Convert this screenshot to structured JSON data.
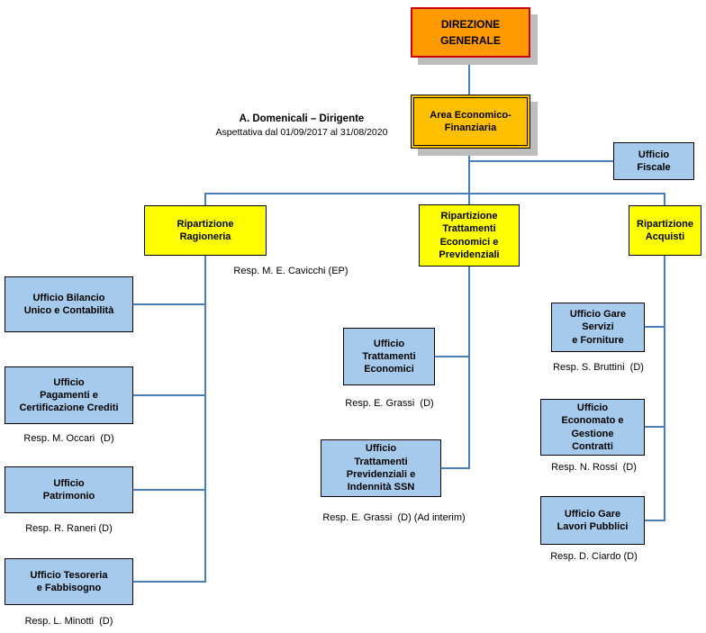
{
  "colors": {
    "direzione_fill": "#FF9900",
    "direzione_border": "#CC0000",
    "area_fill": "#FFC000",
    "ripartizione_fill": "#FFFF00",
    "ufficio_fill": "#A6CAEC",
    "box_border": "#000000",
    "connector": "#4A7EBB",
    "shadow": "#BDBDBD",
    "text": "#000000"
  },
  "direzione": {
    "label": "DIREZIONE\nGENERALE"
  },
  "area": {
    "label": "Area Economico-\nFinanziaria"
  },
  "dirigente": {
    "name": "A. Domenicali – Dirigente",
    "note": "Aspettativa dal 01/09/2017 al 31/08/2020"
  },
  "ufficio_fiscale": {
    "label": "Ufficio\nFiscale"
  },
  "ripartizioni": {
    "ragioneria": {
      "label": "Ripartizione\nRagioneria",
      "resp": "Resp. M. E. Cavicchi (EP)"
    },
    "trattamenti": {
      "label": "Ripartizione\nTrattamenti\nEconomici e\nPrevidenziali"
    },
    "acquisti": {
      "label": "Ripartizione\nAcquisti"
    }
  },
  "uffici": {
    "bilancio": {
      "label": "Ufficio Bilancio\nUnico e Contabilità"
    },
    "pagamenti": {
      "label": "Ufficio\nPagamenti e\nCertificazione Crediti",
      "resp": "Resp. M. Occari  (D)"
    },
    "patrimonio": {
      "label": "Ufficio\nPatrimonio",
      "resp": "Resp. R. Raneri (D)"
    },
    "tesoreria": {
      "label": "Ufficio Tesoreria\ne Fabbisogno",
      "resp": "Resp. L. Minotti  (D)"
    },
    "trattamenti_economici": {
      "label": "Ufficio\nTrattamenti\nEconomici",
      "resp": "Resp. E. Grassi  (D)"
    },
    "trattamenti_previdenziali": {
      "label": "Ufficio\nTrattamenti\nPrevidenziali e\nIndennità SSN",
      "resp": "Resp. E. Grassi  (D) (Ad interim)"
    },
    "gare_servizi": {
      "label": "Ufficio Gare\nServizi\ne Forniture",
      "resp": "Resp. S. Bruttini  (D)"
    },
    "economato": {
      "label": "Ufficio\nEconomato e\nGestione\nContratti",
      "resp": "Resp. N. Rossi  (D)"
    },
    "gare_lavori": {
      "label": "Ufficio Gare\nLavori Pubblici",
      "resp": "Resp. D. Ciardo (D)"
    }
  }
}
